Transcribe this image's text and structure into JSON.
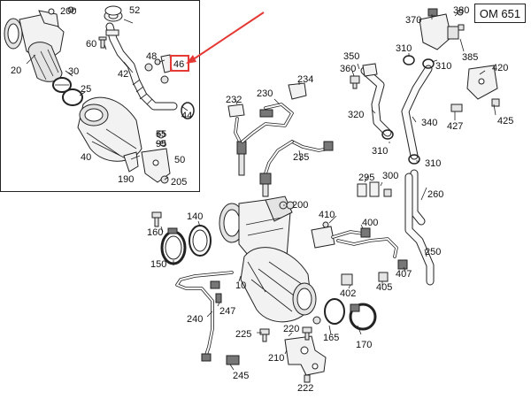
{
  "engine_code": "OM 651",
  "highlight_color": "#e53935",
  "labels": {
    "p20": "20",
    "p200a": "200",
    "p52": "52",
    "p60": "60",
    "p42": "42",
    "p48": "48",
    "p46": "46",
    "p30": "30",
    "p25": "25",
    "p44": "44",
    "p55": "55",
    "p95": "95",
    "p40": "40",
    "p50": "50",
    "p190": "190",
    "p205": "205",
    "p232": "232",
    "p230": "230",
    "p234": "234",
    "p235": "235",
    "p200b": "200",
    "p140": "140",
    "p160": "160",
    "p150": "150",
    "p10": "10",
    "p240": "240",
    "p247": "247",
    "p225": "225",
    "p245": "245",
    "p220": "220",
    "p210": "210",
    "p222": "222",
    "p165": "165",
    "p170": "170",
    "p410": "410",
    "p400": "400",
    "p402": "402",
    "p405": "405",
    "p407": "407",
    "p295": "295",
    "p300": "300",
    "p350": "350",
    "p360": "360",
    "p310a": "310",
    "p310b": "310",
    "p310c": "310",
    "p310d": "310",
    "p320": "320",
    "p340": "340",
    "p370": "370",
    "p380": "380",
    "p385": "385",
    "p420": "420",
    "p425": "425",
    "p427": "427",
    "p260": "260",
    "p250": "250"
  }
}
